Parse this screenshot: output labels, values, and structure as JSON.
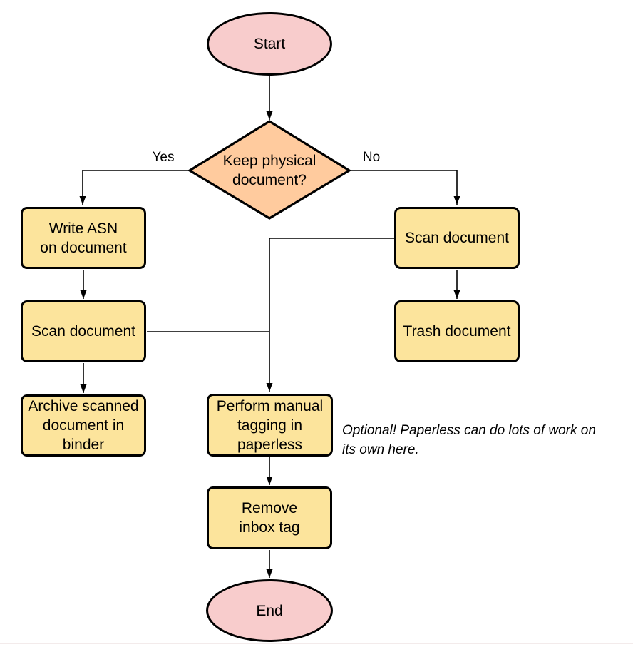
{
  "colors": {
    "terminator-fill": "#F8CCCC",
    "decision-fill": "#FFCB9E",
    "process-fill": "#FCE49C",
    "line": "#000000",
    "footer-line": "#F3EBEB"
  },
  "nodes": {
    "start": {
      "label": "Start"
    },
    "decision": {
      "label": [
        "Keep physical",
        "document?"
      ]
    },
    "write_asn": {
      "label": [
        "Write ASN",
        "on document"
      ]
    },
    "scan_left": {
      "label": "Scan document"
    },
    "archive": {
      "label": [
        "Archive scanned",
        "document in",
        "binder"
      ]
    },
    "scan_right": {
      "label": "Scan document"
    },
    "trash": {
      "label": "Trash document"
    },
    "tagging": {
      "label": [
        "Perform manual",
        "tagging in",
        "paperless"
      ]
    },
    "remove_inbox": {
      "label": [
        "Remove",
        "inbox tag"
      ]
    },
    "end": {
      "label": "End"
    }
  },
  "edge_labels": {
    "yes": "Yes",
    "no": "No"
  },
  "note": {
    "text": [
      "Optional! Paperless can do lots of work on",
      "its own here."
    ]
  }
}
